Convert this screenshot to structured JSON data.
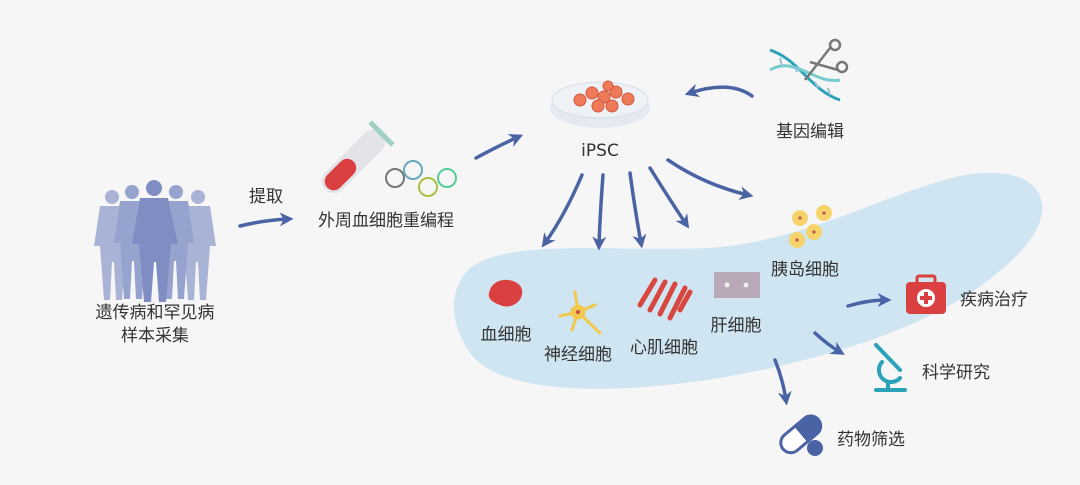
{
  "samples": {
    "line1": "遗传病和罕见病",
    "line2": "样本采集",
    "icon": "people-silhouette-icon"
  },
  "extract_label": "提取",
  "reprogramming": {
    "label": "外周血细胞重编程",
    "icon": "test-tube-icon"
  },
  "ipsc": {
    "label": "iPSC",
    "icon": "petri-dish-icon"
  },
  "gene_editing": {
    "label": "基因编辑",
    "icon": "dna-scissors-icon"
  },
  "cells": {
    "blood": "血细胞",
    "neuron": "神经细胞",
    "cardiomyocyte": "心肌细胞",
    "liver": "肝细胞",
    "islet": "胰岛细胞"
  },
  "applications": {
    "therapy": "疾病治疗",
    "research": "科学研究",
    "drug_screening": "药物筛选"
  },
  "colors": {
    "arrow": "#4a63a5",
    "blob": "#cfe5f1",
    "red": "#d9403f",
    "teal": "#2aa3b8",
    "people": "#8e9bc7"
  }
}
